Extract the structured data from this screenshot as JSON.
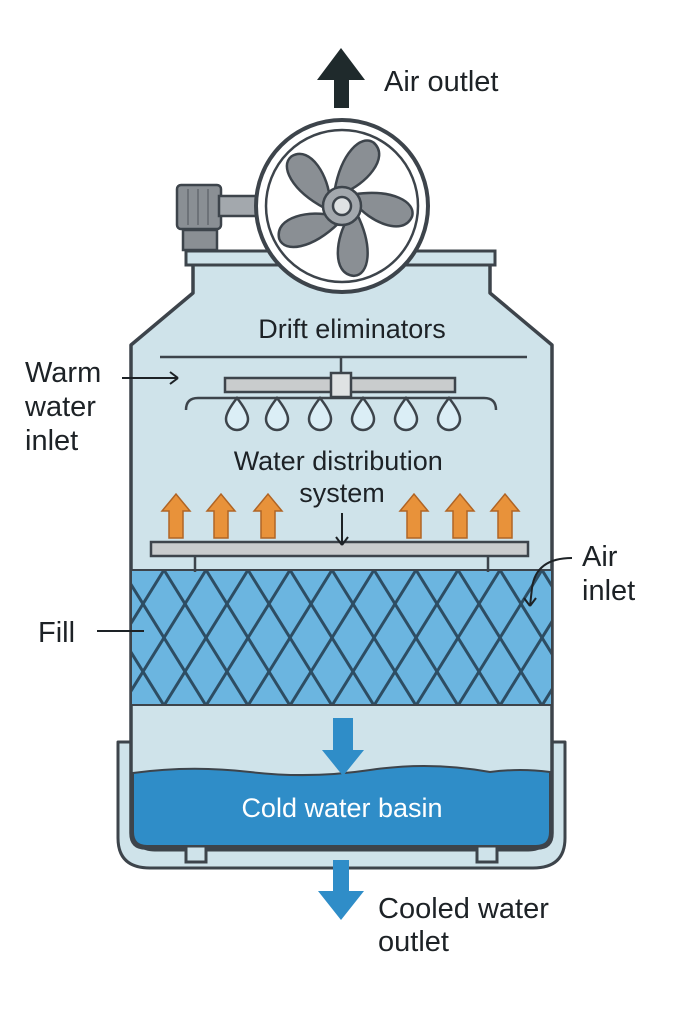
{
  "labels": {
    "air_outlet": "Air outlet",
    "drift_eliminators": "Drift eliminators",
    "warm_water_inlet": [
      "Warm",
      "water",
      "inlet"
    ],
    "water_distribution_system": [
      "Water distribution",
      "system"
    ],
    "air_inlet": [
      "Air",
      "inlet"
    ],
    "fill": "Fill",
    "cold_water_basin": "Cold water basin",
    "cooled_water_outlet": [
      "Cooled water",
      "outlet"
    ]
  },
  "colors": {
    "outline": "#3d444b",
    "tower_body": "#cfe3ea",
    "fill_media": "#6bb5e0",
    "basin_water": "#2f8dc8",
    "warm_air_arrows": "#e8923a",
    "water_flow_arrows": "#2f8dc8",
    "fan_metal": "#8a8f94",
    "exhaust_arrow": "#1f2a2c"
  },
  "icons": [
    "fan-icon",
    "motor-icon",
    "spray-nozzle-icon",
    "updraft-arrow-icon",
    "water-flow-arrow-icon",
    "exhaust-arrow-icon"
  ]
}
